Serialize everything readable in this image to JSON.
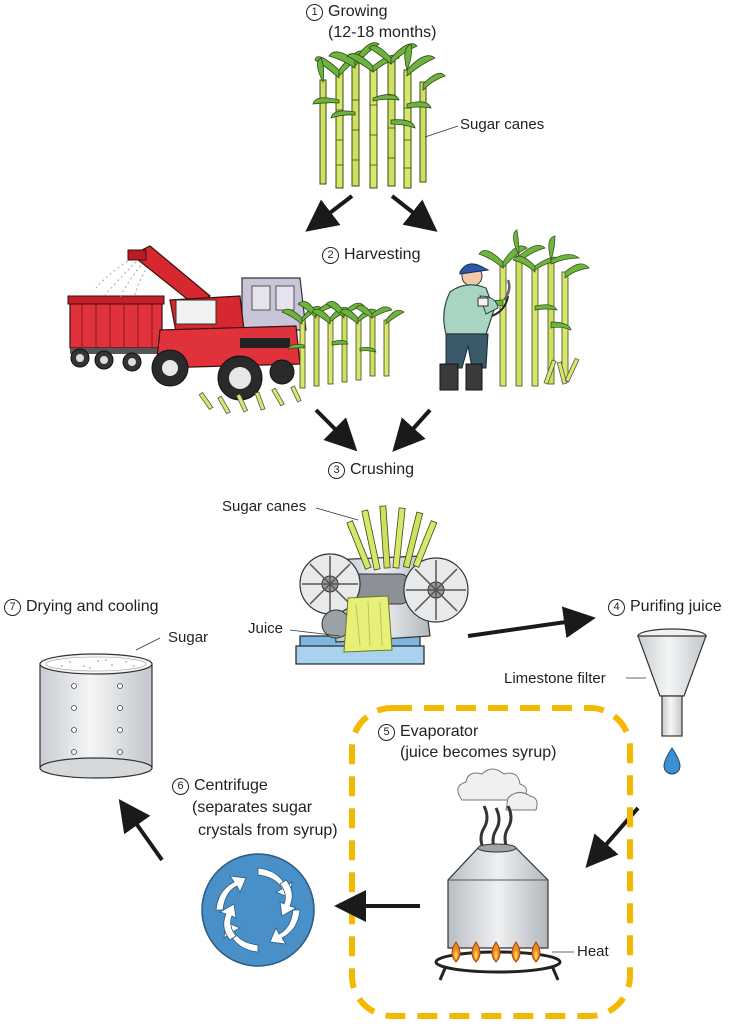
{
  "steps": [
    {
      "num": "1",
      "title": "Growing",
      "subtitle": "(12-18 months)"
    },
    {
      "num": "2",
      "title": "Harvesting"
    },
    {
      "num": "3",
      "title": "Crushing"
    },
    {
      "num": "4",
      "title": "Purifing juice"
    },
    {
      "num": "5",
      "title": "Evaporator",
      "subtitle": "(juice becomes syrup)"
    },
    {
      "num": "6",
      "title": "Centrifuge",
      "subtitle1": "(separates sugar",
      "subtitle2": "crystals from syrup)"
    },
    {
      "num": "7",
      "title": "Drying and cooling"
    }
  ],
  "callouts": {
    "sugar_canes_field": "Sugar canes",
    "sugar_canes_mill": "Sugar canes",
    "juice": "Juice",
    "limestone_filter": "Limestone filter",
    "heat": "Heat",
    "sugar": "Sugar"
  },
  "colors": {
    "cane_green": "#8dc63f",
    "cane_yellow": "#d8e66a",
    "tractor_red": "#d7282f",
    "trailer_red": "#e0323a",
    "centrifuge_blue": "#4a90c8",
    "highlight_dash": "#f5b800",
    "metal_grey": "#cfd3d6",
    "water_blue": "#3c8fd0",
    "flame_orange": "#f08a24"
  }
}
